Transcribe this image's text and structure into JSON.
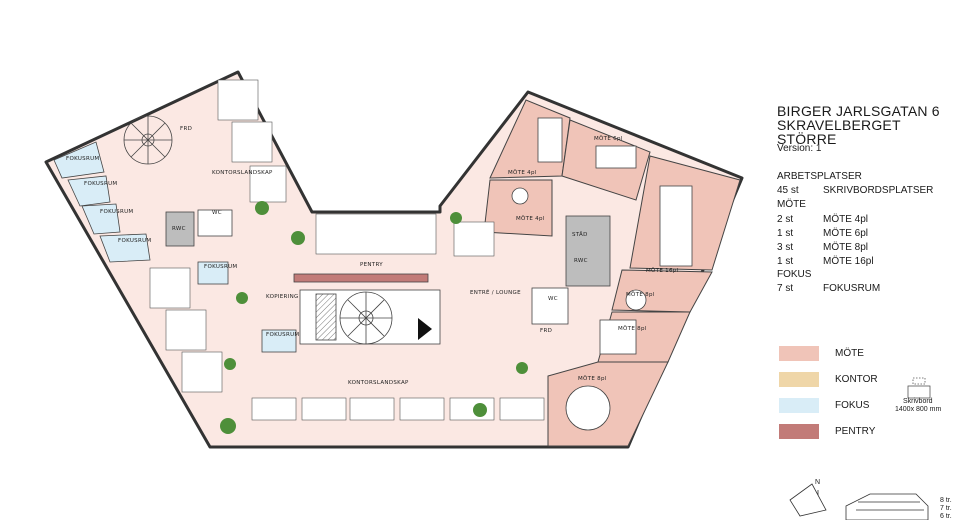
{
  "title": {
    "line1": "BIRGER JARLSGATAN 6",
    "line2": "SKRAVELBERGET",
    "line3": "STÖRRE",
    "version": "Version: 1"
  },
  "table": {
    "sections": [
      {
        "heading": "ARBETSPLATSER",
        "rows": [
          {
            "qty": "45 st",
            "label": "SKRIVBORDSPLATSER"
          }
        ]
      },
      {
        "heading": "MÖTE",
        "rows": [
          {
            "qty": "2 st",
            "label": "MÖTE 4pl"
          },
          {
            "qty": "1 st",
            "label": "MÖTE 6pl"
          },
          {
            "qty": "3 st",
            "label": "MÖTE 8pl"
          },
          {
            "qty": "1 st",
            "label": "MÖTE 16pl"
          }
        ]
      },
      {
        "heading": "FOKUS",
        "rows": [
          {
            "qty": "7 st",
            "label": "FOKUSRUM"
          }
        ]
      }
    ]
  },
  "legend": [
    {
      "label": "MÖTE",
      "color": "#f0c4b8"
    },
    {
      "label": "KONTOR",
      "color": "#efd6a8"
    },
    {
      "label": "FOKUS",
      "color": "#d9edf7"
    },
    {
      "label": "PENTRY",
      "color": "#c27b78"
    }
  ],
  "desk_key": {
    "line1": "Skrivbord",
    "line2": "1400x 800 mm"
  },
  "compass": {
    "label": "N"
  },
  "floors": [
    "8 tr.",
    "7 tr.",
    "6 tr."
  ],
  "plan_labels": {
    "fokusrum": "FOKUSRUM",
    "kontorslandskap": "KONTORSLANDSKAP",
    "frd": "FRD",
    "rwc": "RWC",
    "wc": "WC",
    "pentry": "PENTRY",
    "kopiering": "KOPIERING",
    "entre": "ENTRÉ / LOUNGE",
    "mote4": "MÖTE 4pl",
    "mote6": "MÖTE 6pl",
    "mote8": "MÖTE 8pl",
    "mote16": "MÖTE 16pl",
    "stad": "STÄD"
  },
  "colors": {
    "floor": "#fbe8e3",
    "mote": "#f0c4b8",
    "fokus": "#d9edf7",
    "kontor": "#efd6a8",
    "pentry": "#c27b78",
    "wall": "#333333",
    "service": "#bdbdbd"
  }
}
